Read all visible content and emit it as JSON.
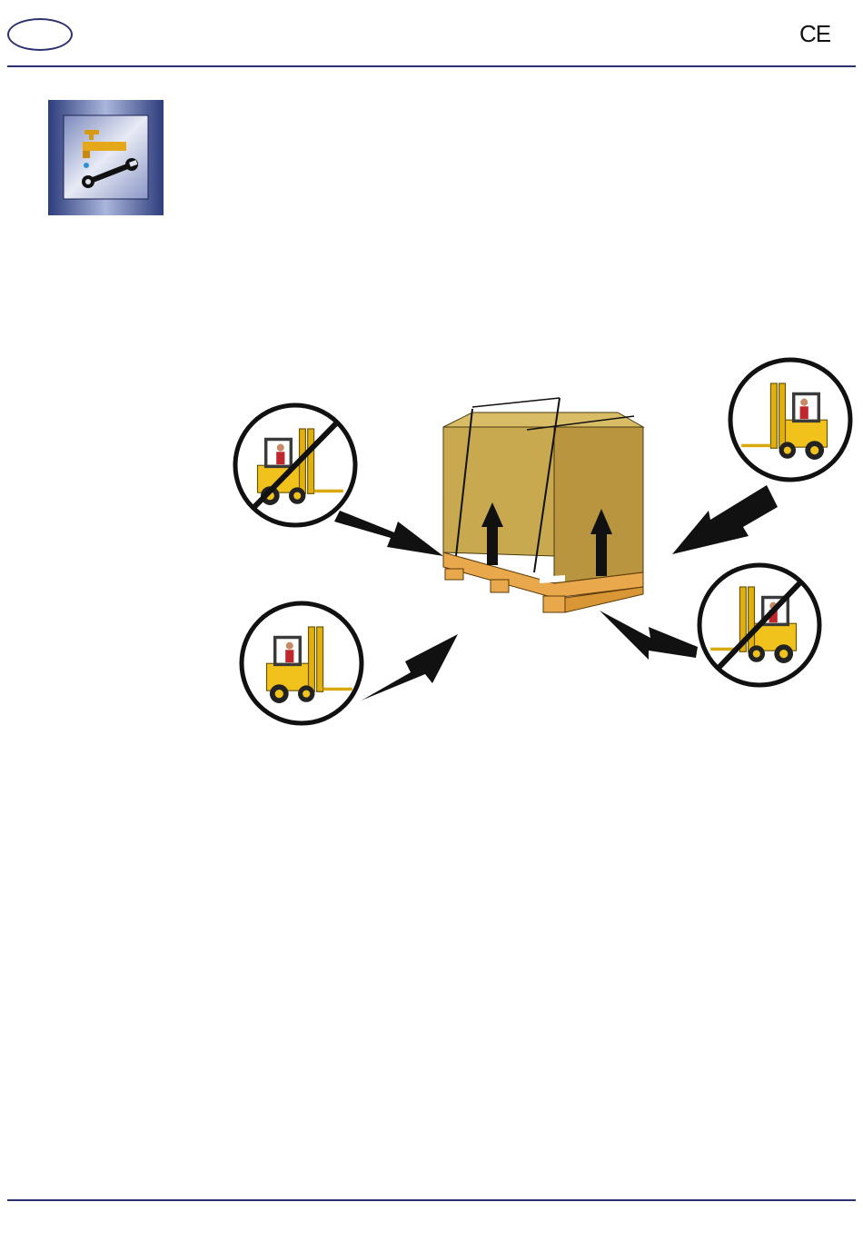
{
  "header": {
    "mark": "CE",
    "accent_color": "#2b3170"
  },
  "section_icon": {
    "name": "maintenance-icon",
    "depicts": [
      "faucet-icon",
      "wrench-icon"
    ]
  },
  "illustration": {
    "subject": "pallet-crate",
    "forklift_approaches": [
      {
        "position": "top-left",
        "allowed": false
      },
      {
        "position": "bottom-left",
        "allowed": true
      },
      {
        "position": "top-right",
        "allowed": true
      },
      {
        "position": "bottom-right",
        "allowed": false
      }
    ],
    "colors": {
      "crate": "#c8a94f",
      "crate_side": "#b8953e",
      "pallet": "#e9a84b",
      "forklift": "#f1c21b",
      "arrow": "#111111"
    }
  }
}
